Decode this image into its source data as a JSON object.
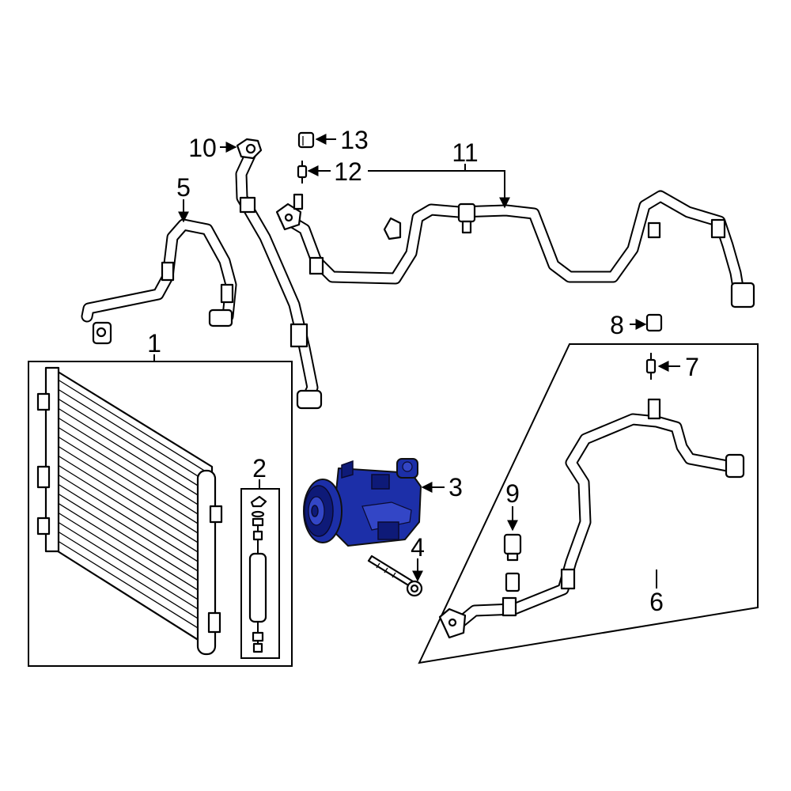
{
  "diagram": {
    "highlight_color": "#1c2fa8",
    "callouts": [
      {
        "id": "1",
        "label": "1"
      },
      {
        "id": "2",
        "label": "2"
      },
      {
        "id": "3",
        "label": "3"
      },
      {
        "id": "4",
        "label": "4"
      },
      {
        "id": "5",
        "label": "5"
      },
      {
        "id": "6",
        "label": "6"
      },
      {
        "id": "7",
        "label": "7"
      },
      {
        "id": "8",
        "label": "8"
      },
      {
        "id": "9",
        "label": "9"
      },
      {
        "id": "10",
        "label": "10"
      },
      {
        "id": "11",
        "label": "11"
      },
      {
        "id": "12",
        "label": "12"
      },
      {
        "id": "13",
        "label": "13"
      }
    ]
  }
}
